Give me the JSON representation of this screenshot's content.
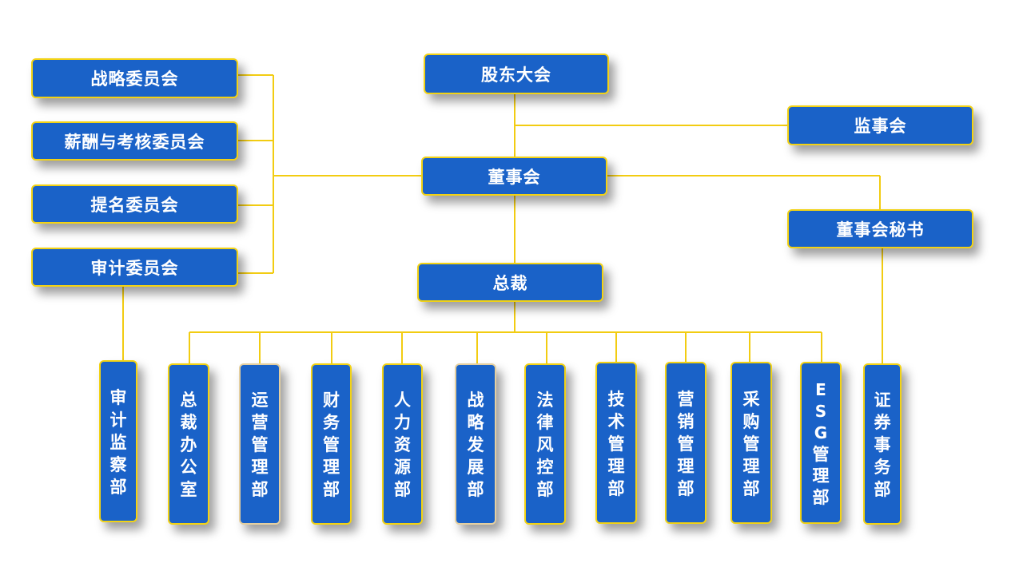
{
  "colors": {
    "box_fill": "#1a62c8",
    "box_border": "#f2d214",
    "connector": "#f2cc12",
    "text": "#ffffff"
  },
  "nodes": {
    "shareholders": "股东大会",
    "supervisors": "监事会",
    "board": "董事会",
    "board_secretary": "董事会秘书",
    "president": "总裁",
    "committees": [
      "战略委员会",
      "薪酬与考核委员会",
      "提名委员会",
      "审计委员会"
    ]
  },
  "departments": [
    [
      "审",
      "计",
      "监",
      "察",
      "部"
    ],
    [
      "总",
      "裁",
      "办",
      "公",
      "室"
    ],
    [
      "运",
      "营",
      "管",
      "理",
      "部"
    ],
    [
      "财",
      "务",
      "管",
      "理",
      "部"
    ],
    [
      "人",
      "力",
      "资",
      "源",
      "部"
    ],
    [
      "战",
      "略",
      "发",
      "展",
      "部"
    ],
    [
      "法",
      "律",
      "风",
      "控",
      "部"
    ],
    [
      "技",
      "术",
      "管",
      "理",
      "部"
    ],
    [
      "营",
      "销",
      "管",
      "理",
      "部"
    ],
    [
      "采",
      "购",
      "管",
      "理",
      "部"
    ],
    [
      "E",
      "S",
      "G",
      "管",
      "理",
      "部"
    ],
    [
      "证",
      "券",
      "事",
      "务",
      "部"
    ]
  ]
}
